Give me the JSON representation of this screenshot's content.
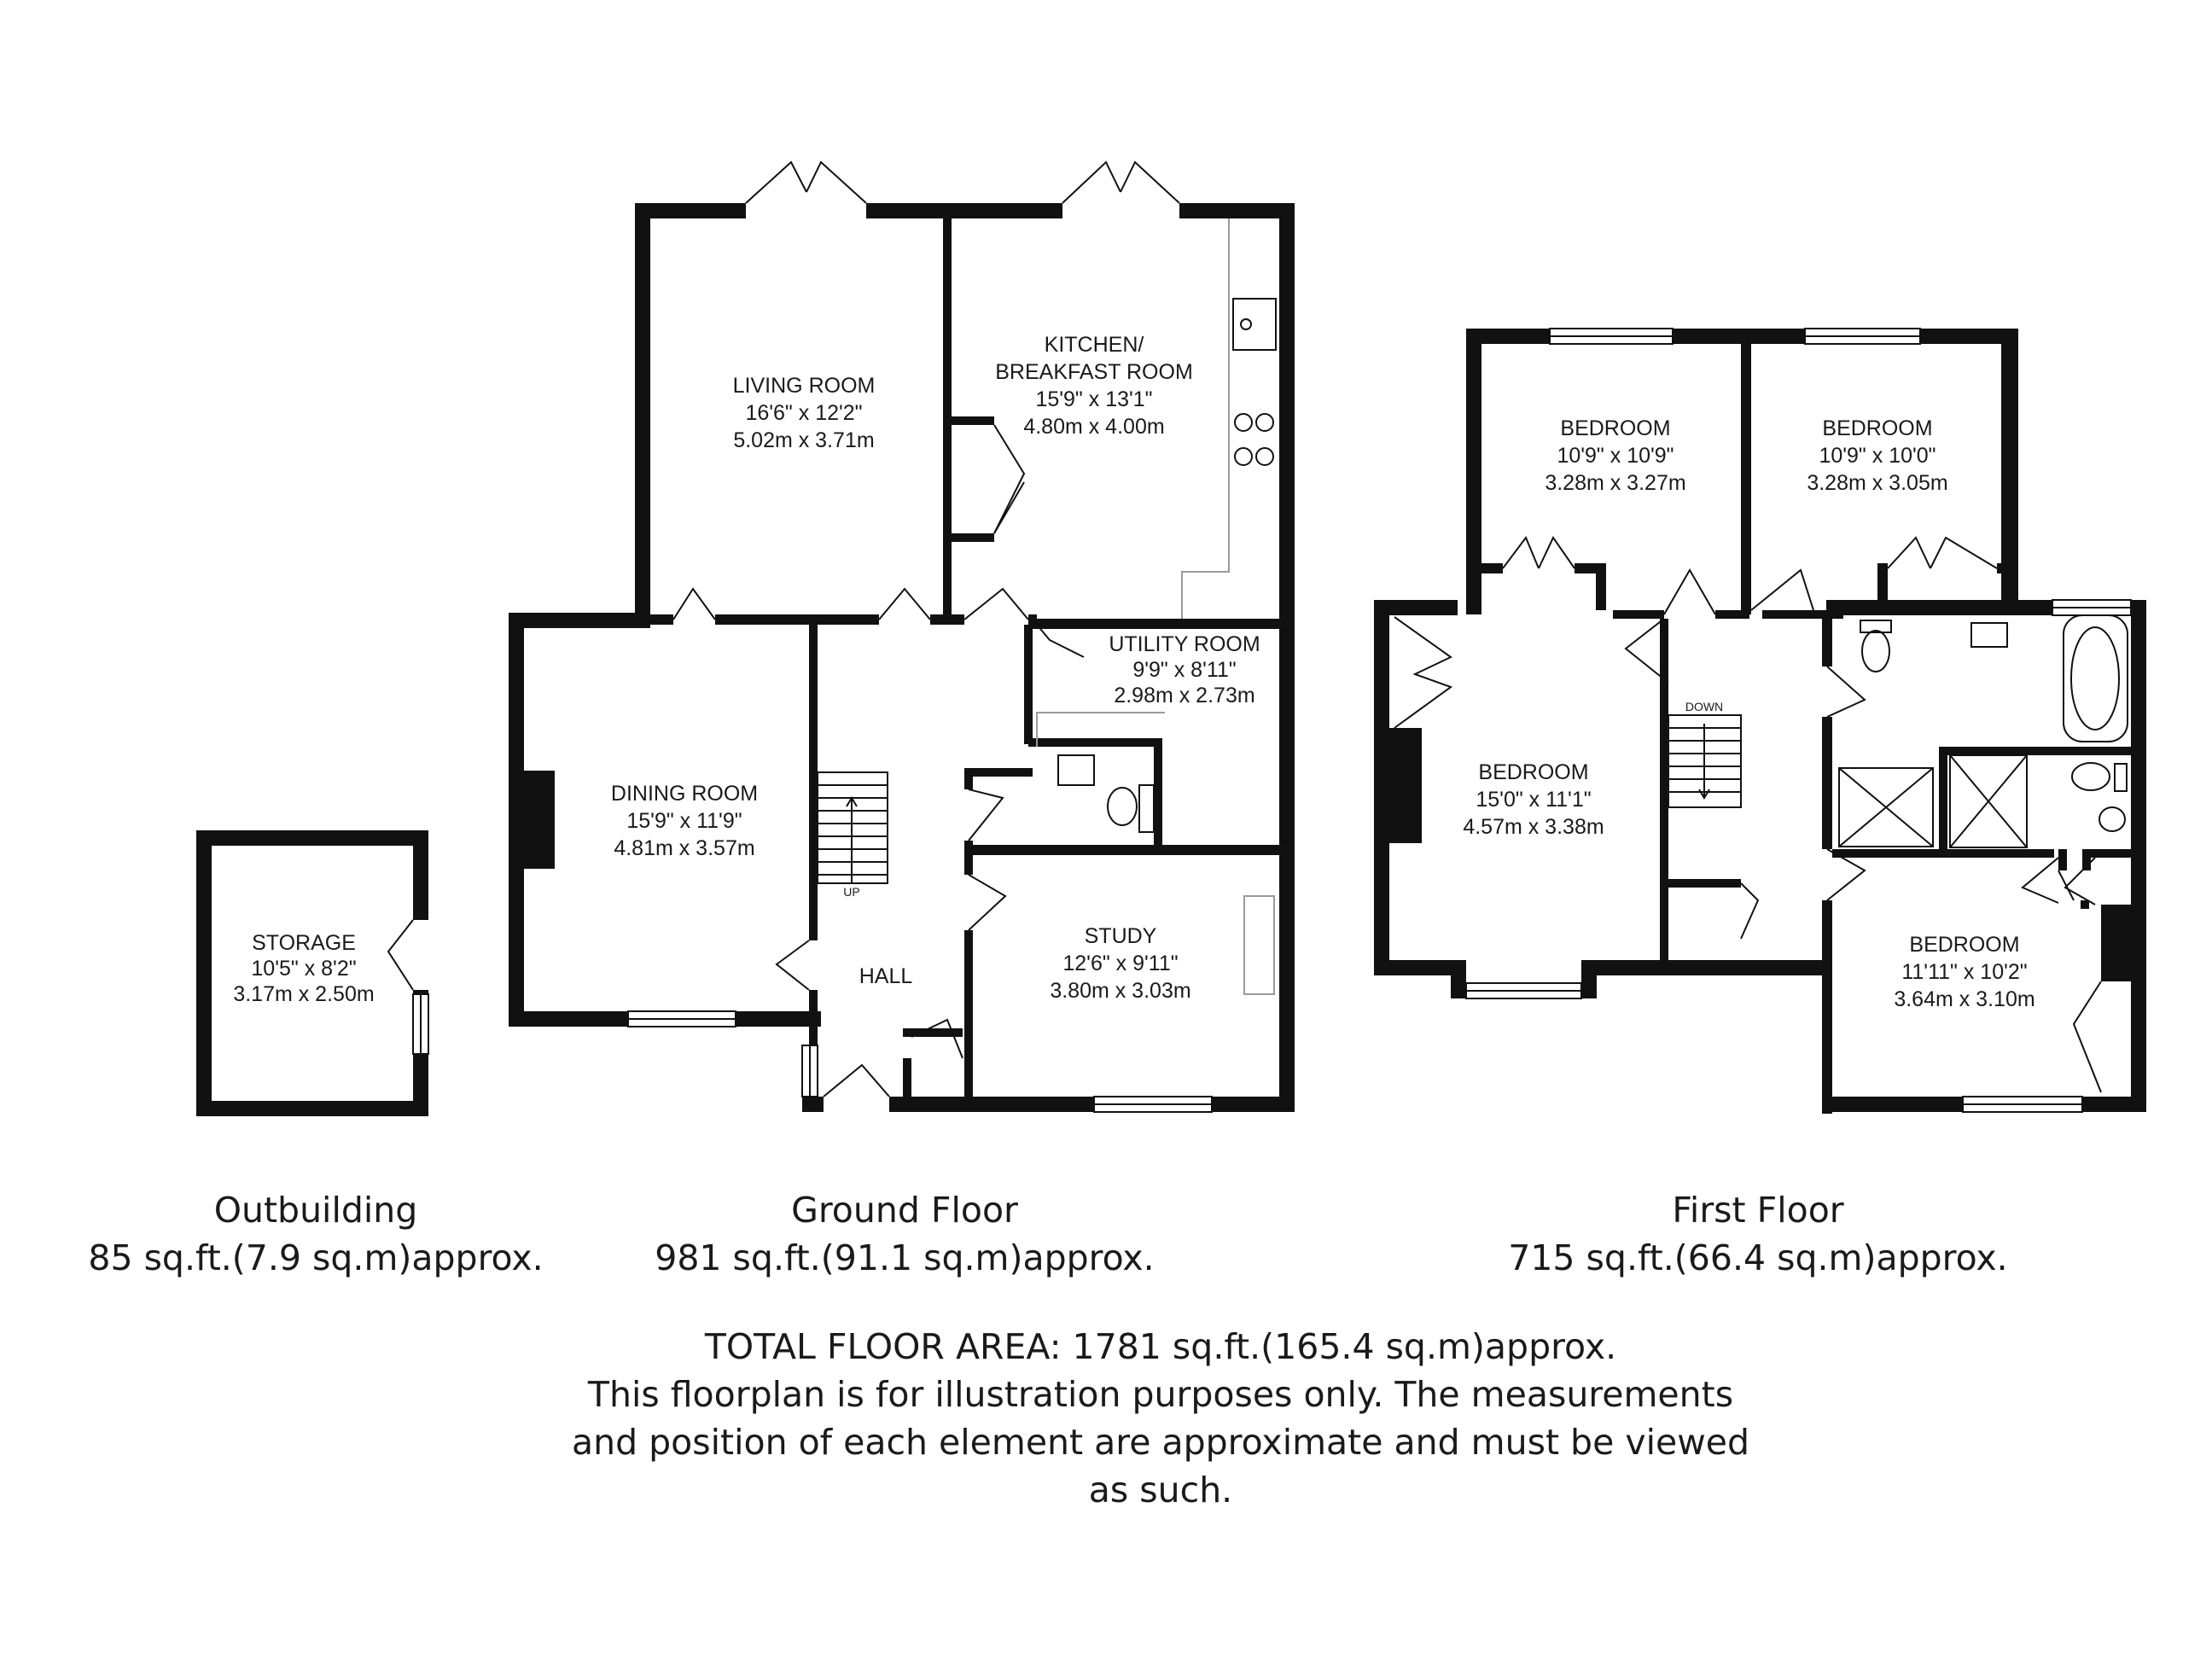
{
  "rooms": {
    "storage": {
      "name": "STORAGE",
      "imperial": "10'5\" x 8'2\"",
      "metric": "3.17m x 2.50m"
    },
    "living_room": {
      "name": "LIVING ROOM",
      "imperial": "16'6\" x 12'2\"",
      "metric": "5.02m x 3.71m"
    },
    "kitchen": {
      "name": "KITCHEN/",
      "name2": "BREAKFAST ROOM",
      "imperial": "15'9\" x 13'1\"",
      "metric": "4.80m x 4.00m"
    },
    "utility_room": {
      "name": "UTILITY ROOM",
      "imperial": "9'9\" x 8'11\"",
      "metric": "2.98m x 2.73m"
    },
    "dining_room": {
      "name": "DINING ROOM",
      "imperial": "15'9\" x 11'9\"",
      "metric": "4.81m x 3.57m"
    },
    "hall": {
      "name": "HALL"
    },
    "study": {
      "name": "STUDY",
      "imperial": "12'6\" x 9'11\"",
      "metric": "3.80m x 3.03m"
    },
    "bedroom_1": {
      "name": "BEDROOM",
      "imperial": "10'9\" x 10'9\"",
      "metric": "3.28m x 3.27m"
    },
    "bedroom_2": {
      "name": "BEDROOM",
      "imperial": "10'9\" x 10'0\"",
      "metric": "3.28m x 3.05m"
    },
    "bedroom_3": {
      "name": "BEDROOM",
      "imperial": "15'0\" x 11'1\"",
      "metric": "4.57m x 3.38m"
    },
    "bedroom_4": {
      "name": "BEDROOM",
      "imperial": "11'11\" x 10'2\"",
      "metric": "3.64m x 3.10m"
    }
  },
  "stairs": {
    "up": "UP",
    "down": "DOWN"
  },
  "floors": {
    "outbuilding": {
      "title": "Outbuilding",
      "area": "85 sq.ft.(7.9 sq.m)approx."
    },
    "ground": {
      "title": "Ground Floor",
      "area": "981 sq.ft.(91.1 sq.m)approx."
    },
    "first": {
      "title": "First Floor",
      "area": "715 sq.ft.(66.4 sq.m)approx."
    }
  },
  "disclaimer": {
    "line1": "TOTAL FLOOR AREA: 1781 sq.ft.(165.4 sq.m)approx.",
    "line2": "This floorplan is for illustration purposes only. The measurements",
    "line3": "and position of each element are approximate and must be viewed",
    "line4": "as such."
  },
  "colors": {
    "wall": "#111111",
    "text": "#1a1a1a",
    "background": "#ffffff",
    "fixture": "#9a9a9a"
  }
}
